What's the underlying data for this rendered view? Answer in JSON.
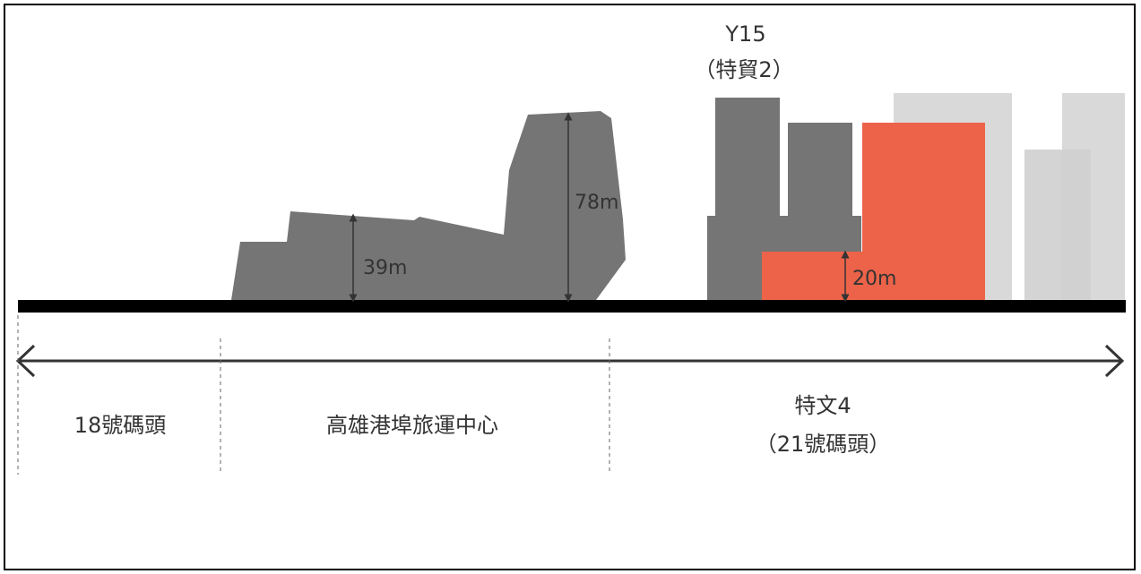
{
  "colors": {
    "existing_building": "#757575",
    "proposed_building": "#ec6349",
    "background_building": "#d9d9d9",
    "ground": "#000000",
    "arrow": "#333333"
  },
  "labels": {
    "y15_code": "Y15",
    "y15_name": "（特貿2）",
    "height_78": "78m",
    "height_39": "39m",
    "height_20": "20m",
    "pier18": "18號碼頭",
    "terminal": "高雄港埠旅運中心",
    "special4_line1": "特文4",
    "special4_line2": "（21號碼頭）"
  }
}
